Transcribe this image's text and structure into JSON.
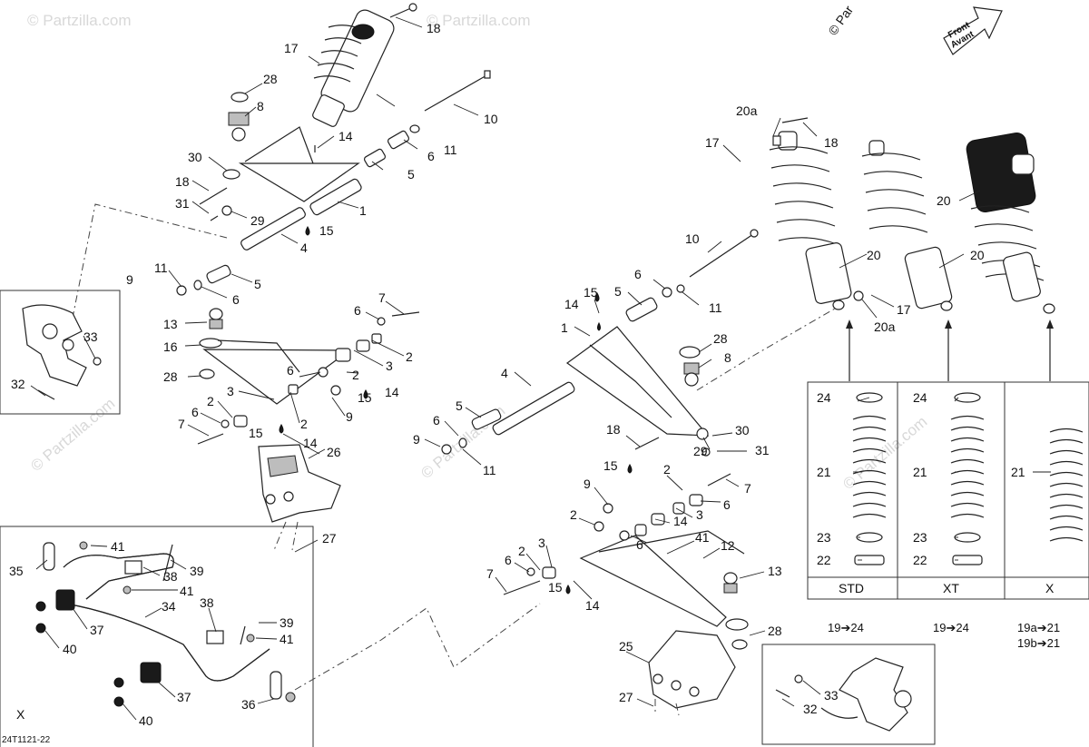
{
  "diagram": {
    "ref_code": "24T1121-22",
    "copyright_brand": "© Par",
    "watermarks": [
      "© Partzilla.com",
      "© Partzilla.com",
      "© Partzilla.com",
      "© Partzilla.com",
      "© Partzilla.com"
    ],
    "front_arrow": {
      "line1": "Front",
      "line2": "Avant"
    },
    "shock_table": {
      "headers": [
        "STD",
        "XT",
        "X"
      ],
      "footers": [
        "19➔24",
        "19➔24",
        "19a➔21",
        "19b➔21"
      ],
      "rows_std": [
        "24",
        "21",
        "23",
        "22"
      ],
      "rows_xt": [
        "24",
        "21",
        "23",
        "22"
      ],
      "rows_x": [
        "21"
      ]
    },
    "sway_bar_box_label": "X",
    "callouts": {
      "n18": "18",
      "n17": "17",
      "n28": "28",
      "n8": "8",
      "n10": "10",
      "n14": "14",
      "n6": "6",
      "n11": "11",
      "n30": "30",
      "n5": "5",
      "n1": "1",
      "n18b": "18",
      "n31": "31",
      "n29": "29",
      "n15": "15",
      "n4": "4",
      "n9": "9",
      "n11b": "11",
      "n5b": "5",
      "n6b": "6",
      "n7": "7",
      "n6c": "6",
      "n13": "13",
      "n2": "2",
      "n16": "16",
      "n3": "3",
      "n6d": "6",
      "n2b": "2",
      "n28b": "28",
      "n9b": "9",
      "n15b": "15",
      "n14b": "14",
      "n3b": "3",
      "n2c": "2",
      "n6e": "6",
      "n2d": "2",
      "n7b": "7",
      "n15c": "15",
      "n14c": "14",
      "n26": "26",
      "n27": "27",
      "n33": "33",
      "n32": "32",
      "r20a": "20a",
      "r18": "18",
      "r17": "17",
      "r20": "20",
      "r20b": "20",
      "r20c": "20",
      "r17b": "17",
      "r20a2": "20a",
      "c10": "10",
      "c15": "15",
      "c6": "6",
      "c14": "14",
      "c5": "5",
      "c11": "11",
      "c1": "1",
      "c28": "28",
      "c8": "8",
      "c4": "4",
      "c5b": "5",
      "c6b": "6",
      "c9": "9",
      "c11b": "11",
      "c18": "18",
      "c30": "30",
      "c29": "29",
      "c31": "31",
      "c15b": "15",
      "c2": "2",
      "c7": "7",
      "c6c": "6",
      "c9b": "9",
      "c3": "3",
      "c2b": "2",
      "c14b": "14",
      "c6d": "6",
      "c41": "41",
      "c12": "12",
      "c3b": "3",
      "c2c": "2",
      "c6e": "6",
      "c7b": "7",
      "c15c": "15",
      "c14c": "14",
      "c13": "13",
      "c28b": "28",
      "c25": "25",
      "c27": "27",
      "c33": "33",
      "c32": "32",
      "s41": "41",
      "s35": "35",
      "s38": "38",
      "s39": "39",
      "s41b": "41",
      "s34": "34",
      "s37": "37",
      "s40": "40",
      "s38b": "38",
      "s39b": "39",
      "s41c": "41",
      "s37b": "37",
      "s40b": "40",
      "s36": "36"
    }
  }
}
